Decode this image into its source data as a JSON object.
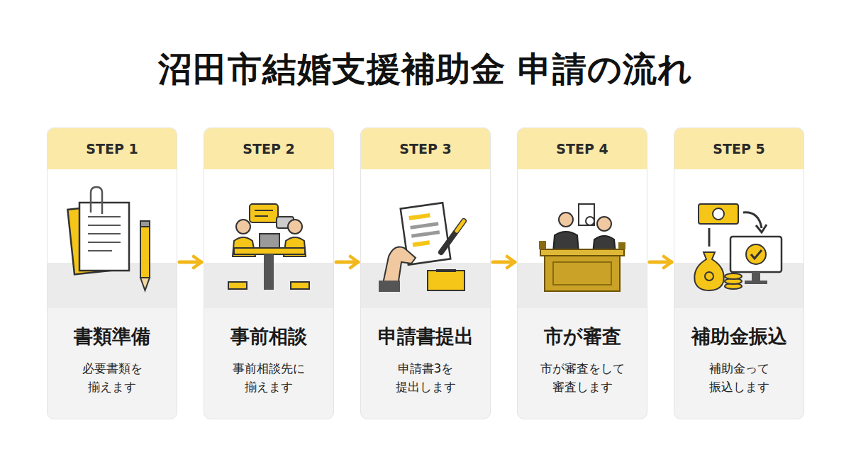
{
  "diagram": {
    "title": "沼田市結婚支援補助金 申請の流れ",
    "nodes": [
      {
        "text": [
          "STEP 1",
          "書類準備",
          "必要書類を 揃えます"
        ]
      },
      {
        "text": [
          "STEP 2",
          "事前相談",
          "事前相談先に 揃えます"
        ]
      },
      {
        "text": [
          "STEP 3",
          "申請書提出",
          "申請書3を 提出します"
        ]
      },
      {
        "text": [
          "STEP 4",
          "市が審査",
          "市が審査をして 審査します"
        ]
      },
      {
        "text": [
          "STEP 5",
          "補助金振込",
          "補助金って 振込します"
        ]
      }
    ],
    "edges": [
      {
        "from": 0,
        "to": 1,
        "arrow": "to"
      },
      {
        "from": 1,
        "to": 2,
        "arrow": "to"
      },
      {
        "from": 2,
        "to": 3,
        "arrow": "to"
      },
      {
        "from": 3,
        "to": 4,
        "arrow": "to"
      }
    ]
  }
}
